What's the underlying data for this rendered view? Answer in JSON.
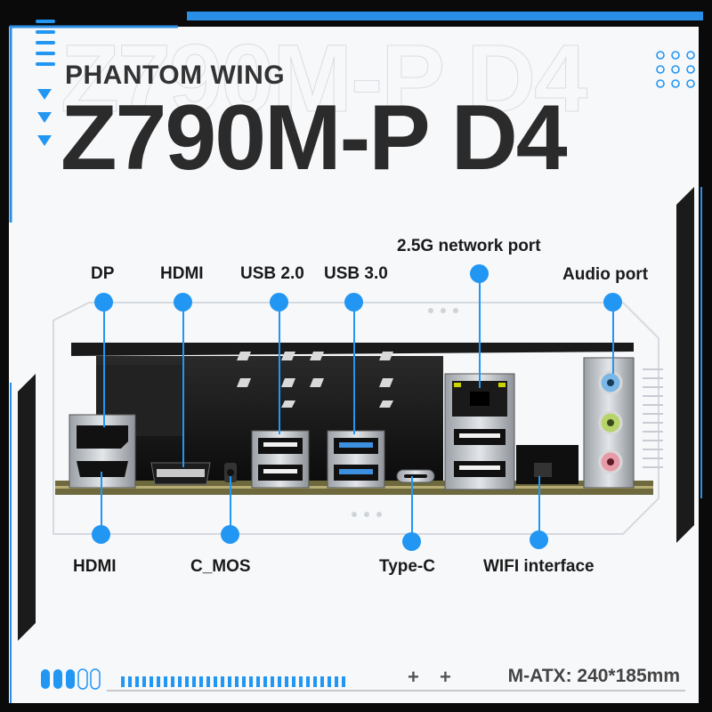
{
  "brand": "PHANTOM WING",
  "model": "Z790M-P D4",
  "ports": {
    "dp_top": "DP",
    "hdmi_top": "HDMI",
    "usb20": "USB 2.0",
    "usb30": "USB 3.0",
    "lan": "2.5G network port",
    "audio": "Audio port",
    "hdmi_bottom": "HDMI",
    "cmos": "C_MOS",
    "typec": "Type-C",
    "wifi": "WIFI interface"
  },
  "spec": "M-ATX: 240*185mm",
  "colors": {
    "accent": "#2196f3",
    "bar": "#2a8ee6",
    "text": "#2b2b2b",
    "background": "#f7f8fa"
  }
}
